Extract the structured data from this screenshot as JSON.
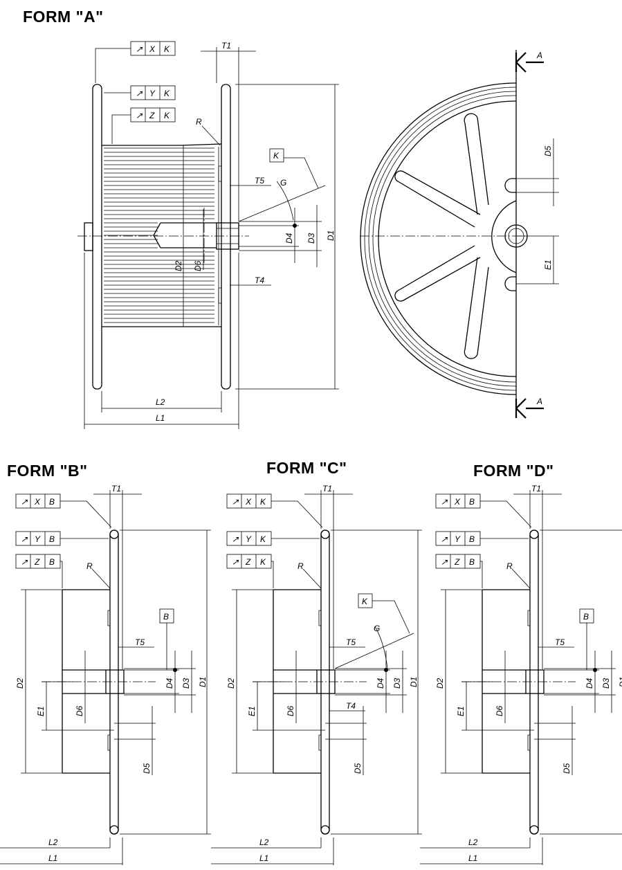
{
  "forms": {
    "a": {
      "title": "FORM  \"A\""
    },
    "b": {
      "title": "FORM  \"B\""
    },
    "c": {
      "title": "FORM  \"C\""
    },
    "d": {
      "title": "FORM  \"D\""
    }
  },
  "labels": {
    "T1": "T1",
    "T4": "T4",
    "T5": "T5",
    "R": "R",
    "G": "G",
    "D1": "D1",
    "D2": "D2",
    "D3": "D3",
    "D4": "D4",
    "D5": "D5",
    "D6": "D6",
    "E1": "E1",
    "L1": "L1",
    "L2": "L2",
    "K": "K",
    "B": "B",
    "A": "A",
    "X": "X",
    "Y": "Y",
    "Z": "Z"
  },
  "tolerance_symbol": "↗"
}
